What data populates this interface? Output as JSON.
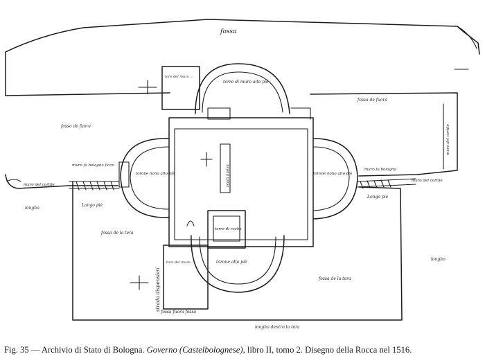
{
  "drawing": {
    "labels": {
      "fossa_top": "fossa",
      "fossa_upper_left": "fosso de fuora",
      "fossa_upper_right": "fossa de fuora",
      "fossa_lower_left": "fossa de la tera",
      "fossa_lower_right": "fossa de la tera",
      "fossa_inner_bottom": "fossa fuora fossa",
      "muro_left": "muro del cortile",
      "muro_right": "muro del cortile",
      "muro_vert_right": "muro del cortile",
      "longo_left_outer": "longho",
      "longo_left": "Longo piè",
      "longo_right": "Longo piè",
      "longo_far_right": "longho",
      "muro_bologna_left": "muro fa bologna ficco",
      "muro_bologna_right": "muro fa bologna",
      "torre_top": "torre di muro alto piè",
      "torre_left": "torone nono alto piè",
      "torre_right": "torone nono alto piè",
      "torre_bottom": "torone alto piè",
      "tower_top_box": "tore del muro ...",
      "bottom_box": "torre di rocha",
      "bottom_left_box": "tore del muro ...",
      "center_label": "scala nuova",
      "bottom_text": "longho dentro la tera",
      "vertical_left": "strada dispensieri"
    }
  },
  "caption": {
    "prefix": "Fig. 35 — Archivio di Stato di Bologna. ",
    "italic": "Governo (Castelbolognese)",
    "suffix": ", libro II, tomo 2. Disegno della Rocca nel 1516."
  }
}
